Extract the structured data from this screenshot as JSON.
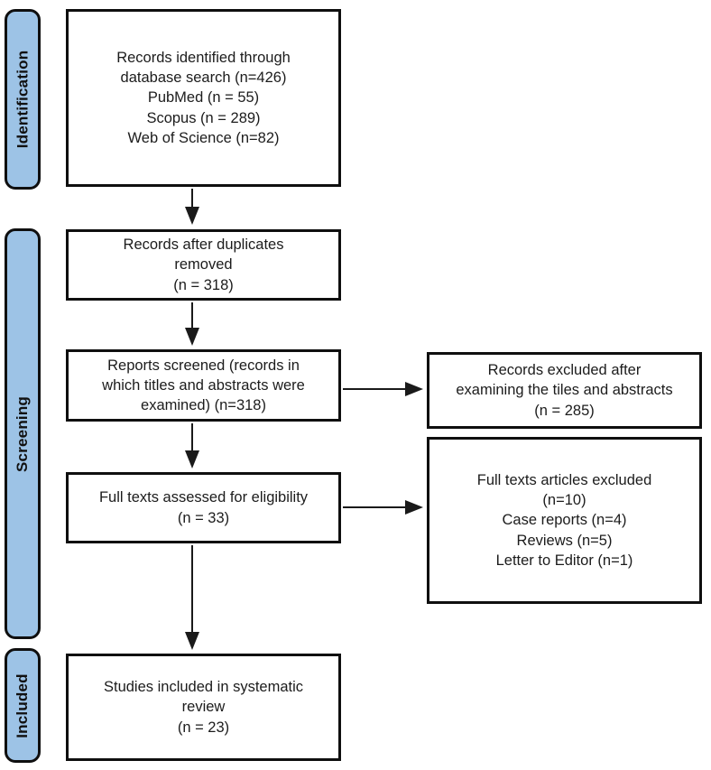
{
  "diagram": {
    "stages": [
      {
        "label": "Identification"
      },
      {
        "label": "Screening"
      },
      {
        "label": "Included"
      }
    ],
    "boxes": {
      "records_identified": {
        "lines": [
          "Records identified through",
          "database search (n=426)",
          "PubMed (n = 55)",
          "Scopus (n = 289)",
          "Web of Science (n=82)"
        ]
      },
      "duplicates_removed": {
        "lines": [
          "Records after duplicates",
          "removed",
          "(n = 318)"
        ]
      },
      "reports_screened": {
        "lines": [
          "Reports screened (records in",
          "which titles and abstracts were",
          "examined) (n=318)"
        ]
      },
      "full_texts_assessed": {
        "lines": [
          "Full texts assessed for eligibility",
          "(n = 33)"
        ]
      },
      "studies_included": {
        "lines": [
          "Studies included in systematic",
          "review",
          "(n = 23)"
        ]
      },
      "records_excluded": {
        "lines": [
          "Records excluded after",
          "examining the tiles and abstracts",
          "(n = 285)"
        ]
      },
      "full_texts_excluded": {
        "lines": [
          "Full texts articles excluded",
          "(n=10)",
          "Case reports (n=4)",
          "Reviews (n=5)",
          "Letter to Editor (n=1)"
        ]
      }
    },
    "colors": {
      "stage_fill": "#9DC3E6",
      "border": "#0f0f0f",
      "arrow": "#1a1a1a"
    }
  }
}
